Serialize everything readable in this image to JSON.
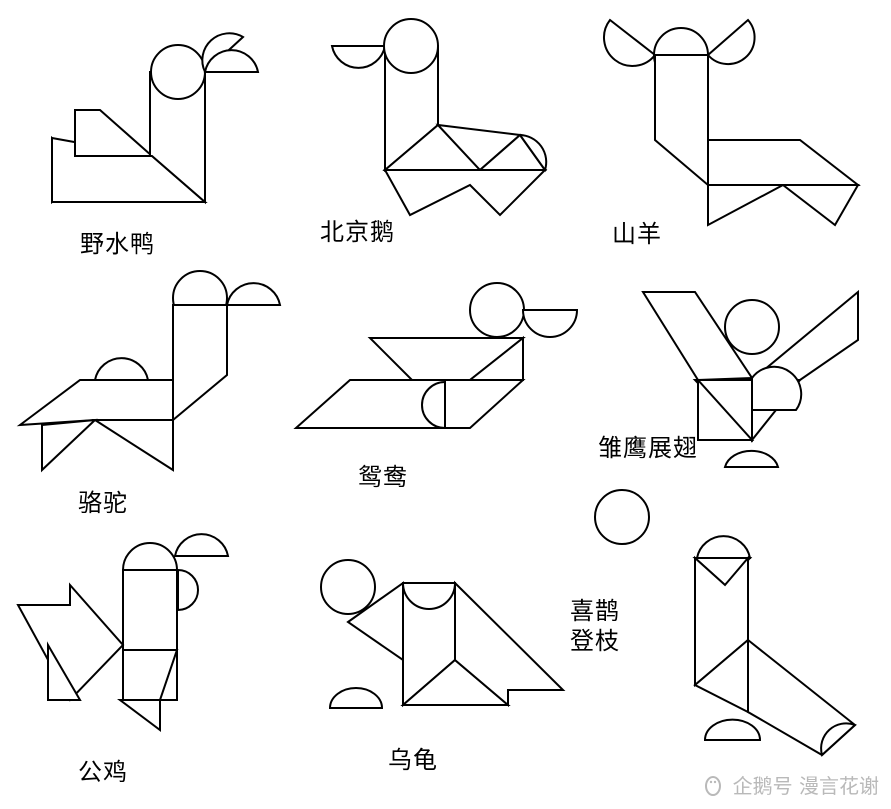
{
  "figures": {
    "duck": "野水鸭",
    "goose": "北京鹅",
    "goat": "山羊",
    "camel": "骆驼",
    "mandarin_duck": "鸳鸯",
    "eagle": "雏鹰展翅",
    "rooster": "公鸡",
    "turtle": "乌龟",
    "magpie_line1": "喜鹊",
    "magpie_line2": "登枝"
  },
  "watermark": {
    "icon": "qq-penguin-icon",
    "text": "企鹅号 漫言花谢"
  }
}
